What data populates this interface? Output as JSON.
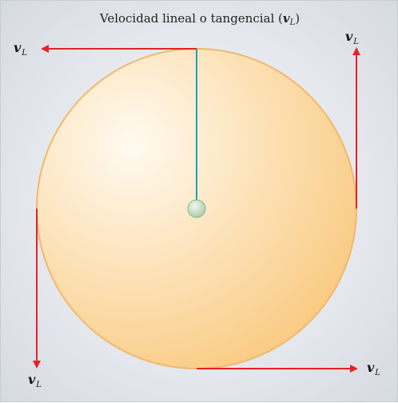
{
  "title": {
    "text": "Velocidad lineal o tangencial (",
    "symbol": "v",
    "subscript": "L",
    "close": ")"
  },
  "vector_label": {
    "symbol": "v",
    "subscript": "L"
  },
  "colors": {
    "arrow": "#e42228",
    "radius_line": "#1aa3b8",
    "circle_fill_center": "#fffaf0",
    "circle_fill_edge": "#f9c77a",
    "circle_border": "#f2b86c",
    "center_ball": "#a9c9a5"
  }
}
